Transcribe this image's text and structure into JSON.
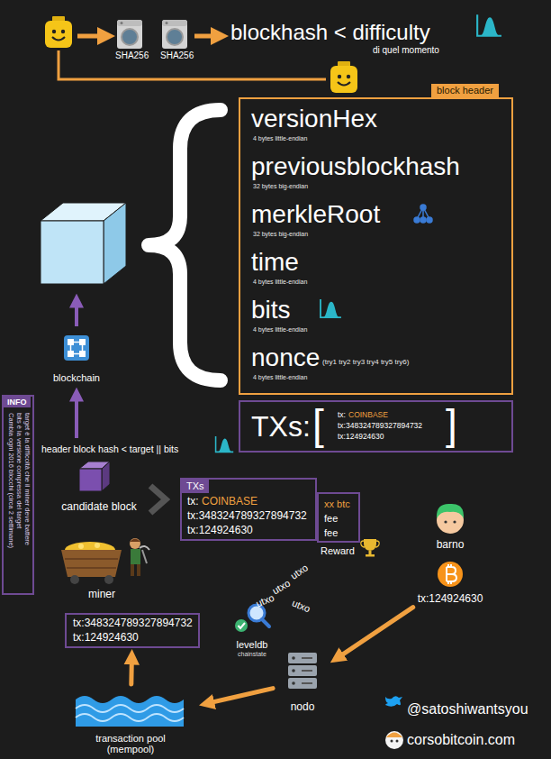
{
  "diagram": {
    "nodes": [
      {
        "text": [
          "block header",
          "versionHex",
          "4 bytes little-endian",
          "previousblockhash",
          "32 bytes big-endian",
          "merkleRoot",
          "32 bytes big-endian",
          "time",
          "4 bytes little-endian",
          "bits",
          "4 bytes little-endian",
          "nonce",
          "(try1 try2 try3 try4 try5 try6)",
          "4 bytes little-endian"
        ]
      },
      {
        "text": [
          "TXs:",
          "[",
          "tx:",
          "COINBASE",
          "tx:348324789327894732",
          "tx:124924630",
          "]"
        ]
      },
      {
        "text": [
          "INFO",
          "target è la difficoltà che il miner deve battere",
          "bits è la versione compressa del target",
          "Cambia ogni 2016 blocchi (circa 2 settimane)"
        ]
      },
      {
        "text": [
          "blockchain"
        ]
      },
      {
        "text": [
          "candidate block"
        ]
      },
      {
        "text": [
          "TXs",
          "tx:",
          "COINBASE",
          "tx:348324789327894732",
          "tx:124924630"
        ]
      },
      {
        "text": [
          "xx btc",
          "fee",
          "fee"
        ]
      },
      {
        "text": [
          "miner"
        ]
      },
      {
        "text": [
          "barno"
        ]
      },
      {
        "text": [
          "tx:124924630"
        ]
      },
      {
        "text": [
          "leveldb",
          "chainstate"
        ]
      },
      {
        "text": [
          "tx:348324789327894732",
          "tx:124924630"
        ]
      },
      {
        "text": [
          "nodo"
        ]
      },
      {
        "text": [
          "transaction pool (mempool)"
        ]
      }
    ],
    "edges": [
      {
        "from": 9,
        "to": 12,
        "arrow": "to"
      },
      {
        "from": 12,
        "to": 13,
        "arrow": "to"
      },
      {
        "from": 13,
        "to": 11,
        "arrow": "to"
      }
    ],
    "labels": [
      "SHA256",
      "SHA256",
      "blockhash < difficulty",
      "di quel momento",
      "header block hash < target || bits",
      "Reward",
      "utxo",
      "utxo",
      "utxo",
      "utxo",
      "@satoshiwantsyou",
      "corsobitcoin.com"
    ]
  }
}
